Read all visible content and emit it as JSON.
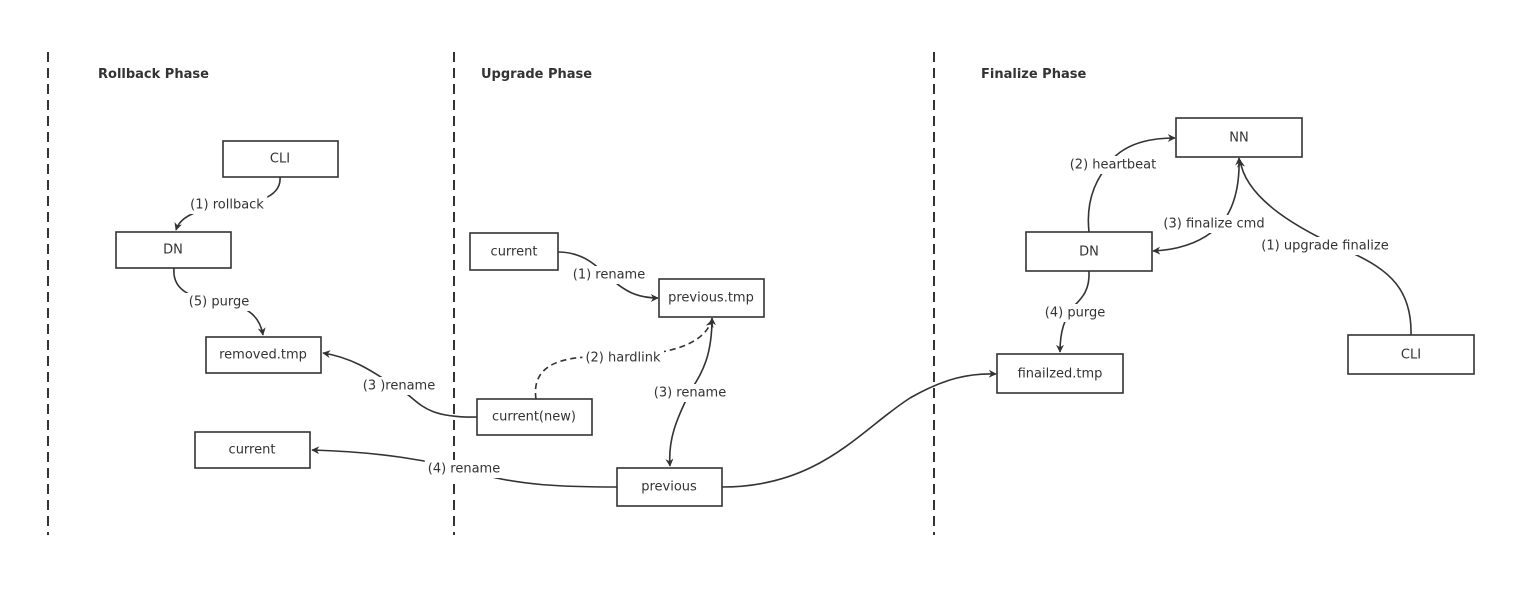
{
  "phases": {
    "rollback": "Rollback Phase",
    "upgrade": "Upgrade Phase",
    "finalize": "Finalize Phase"
  },
  "nodes": {
    "rb_cli": "CLI",
    "rb_dn": "DN",
    "rb_removed_tmp": "removed.tmp",
    "rb_current": "current",
    "up_current": "current",
    "up_previous_tmp": "previous.tmp",
    "up_current_new": "current(new)",
    "up_previous": "previous",
    "fn_nn": "NN",
    "fn_dn": "DN",
    "fn_finalized_tmp": "finailzed.tmp",
    "fn_cli": "CLI"
  },
  "edges": {
    "rb_rollback": "(1) rollback",
    "rb_purge": "(5) purge",
    "rb_rename3": "(3 )rename",
    "rb_rename4": "(4) rename",
    "up_rename1": "(1) rename",
    "up_hardlink": "(2) hardlink",
    "up_rename3": "(3) rename",
    "fn_heartbeat": "(2) heartbeat",
    "fn_finalize_cmd": "(3) finalize cmd",
    "fn_upgrade_finalize": "(1) upgrade finalize",
    "fn_purge": "(4) purge"
  }
}
